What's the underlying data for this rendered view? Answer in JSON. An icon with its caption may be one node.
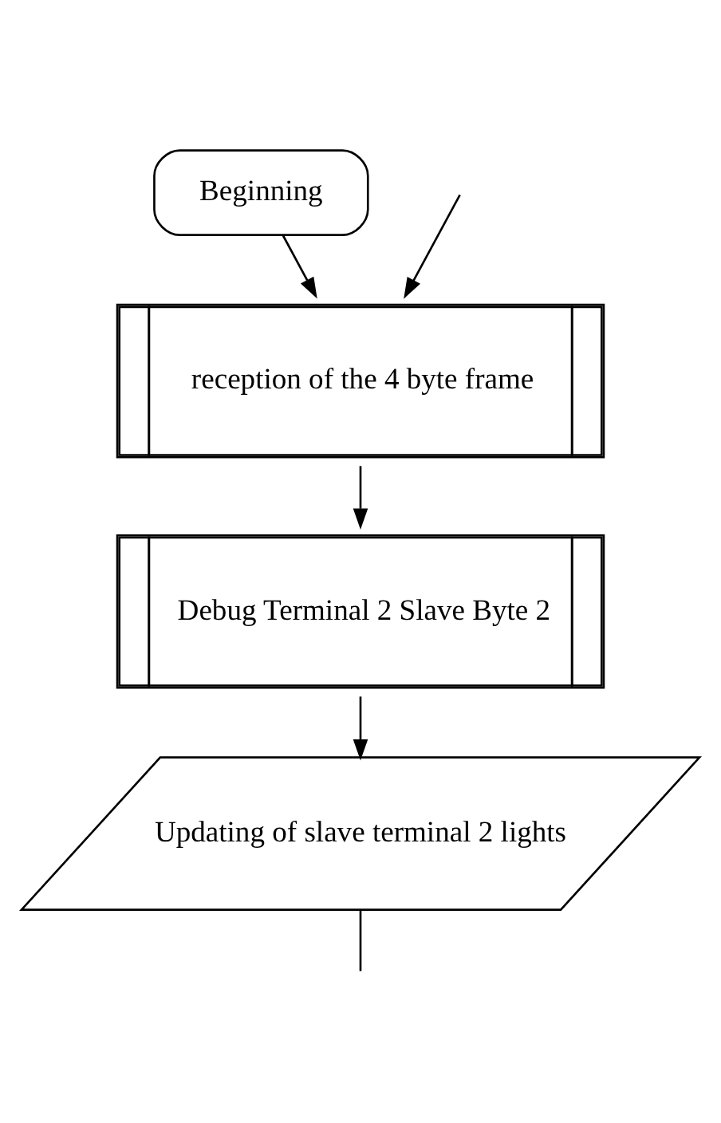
{
  "diagram": {
    "nodes": [
      {
        "text": [
          "Beginning"
        ]
      },
      {
        "text": [
          "reception of the 4 byte frame"
        ]
      },
      {
        "text": [
          "Debug Terminal 2 Slave Byte 2"
        ]
      },
      {
        "text": [
          "Updating of slave terminal 2 lights"
        ]
      }
    ],
    "edges": [
      {
        "from": 0,
        "to": 1,
        "arrow": "to"
      },
      {
        "from": null,
        "to": 1,
        "arrow": "to"
      },
      {
        "from": 1,
        "to": 2,
        "arrow": "to"
      },
      {
        "from": 2,
        "to": 3,
        "arrow": "to"
      },
      {
        "from": 3,
        "to": null,
        "arrow": "none"
      }
    ]
  }
}
